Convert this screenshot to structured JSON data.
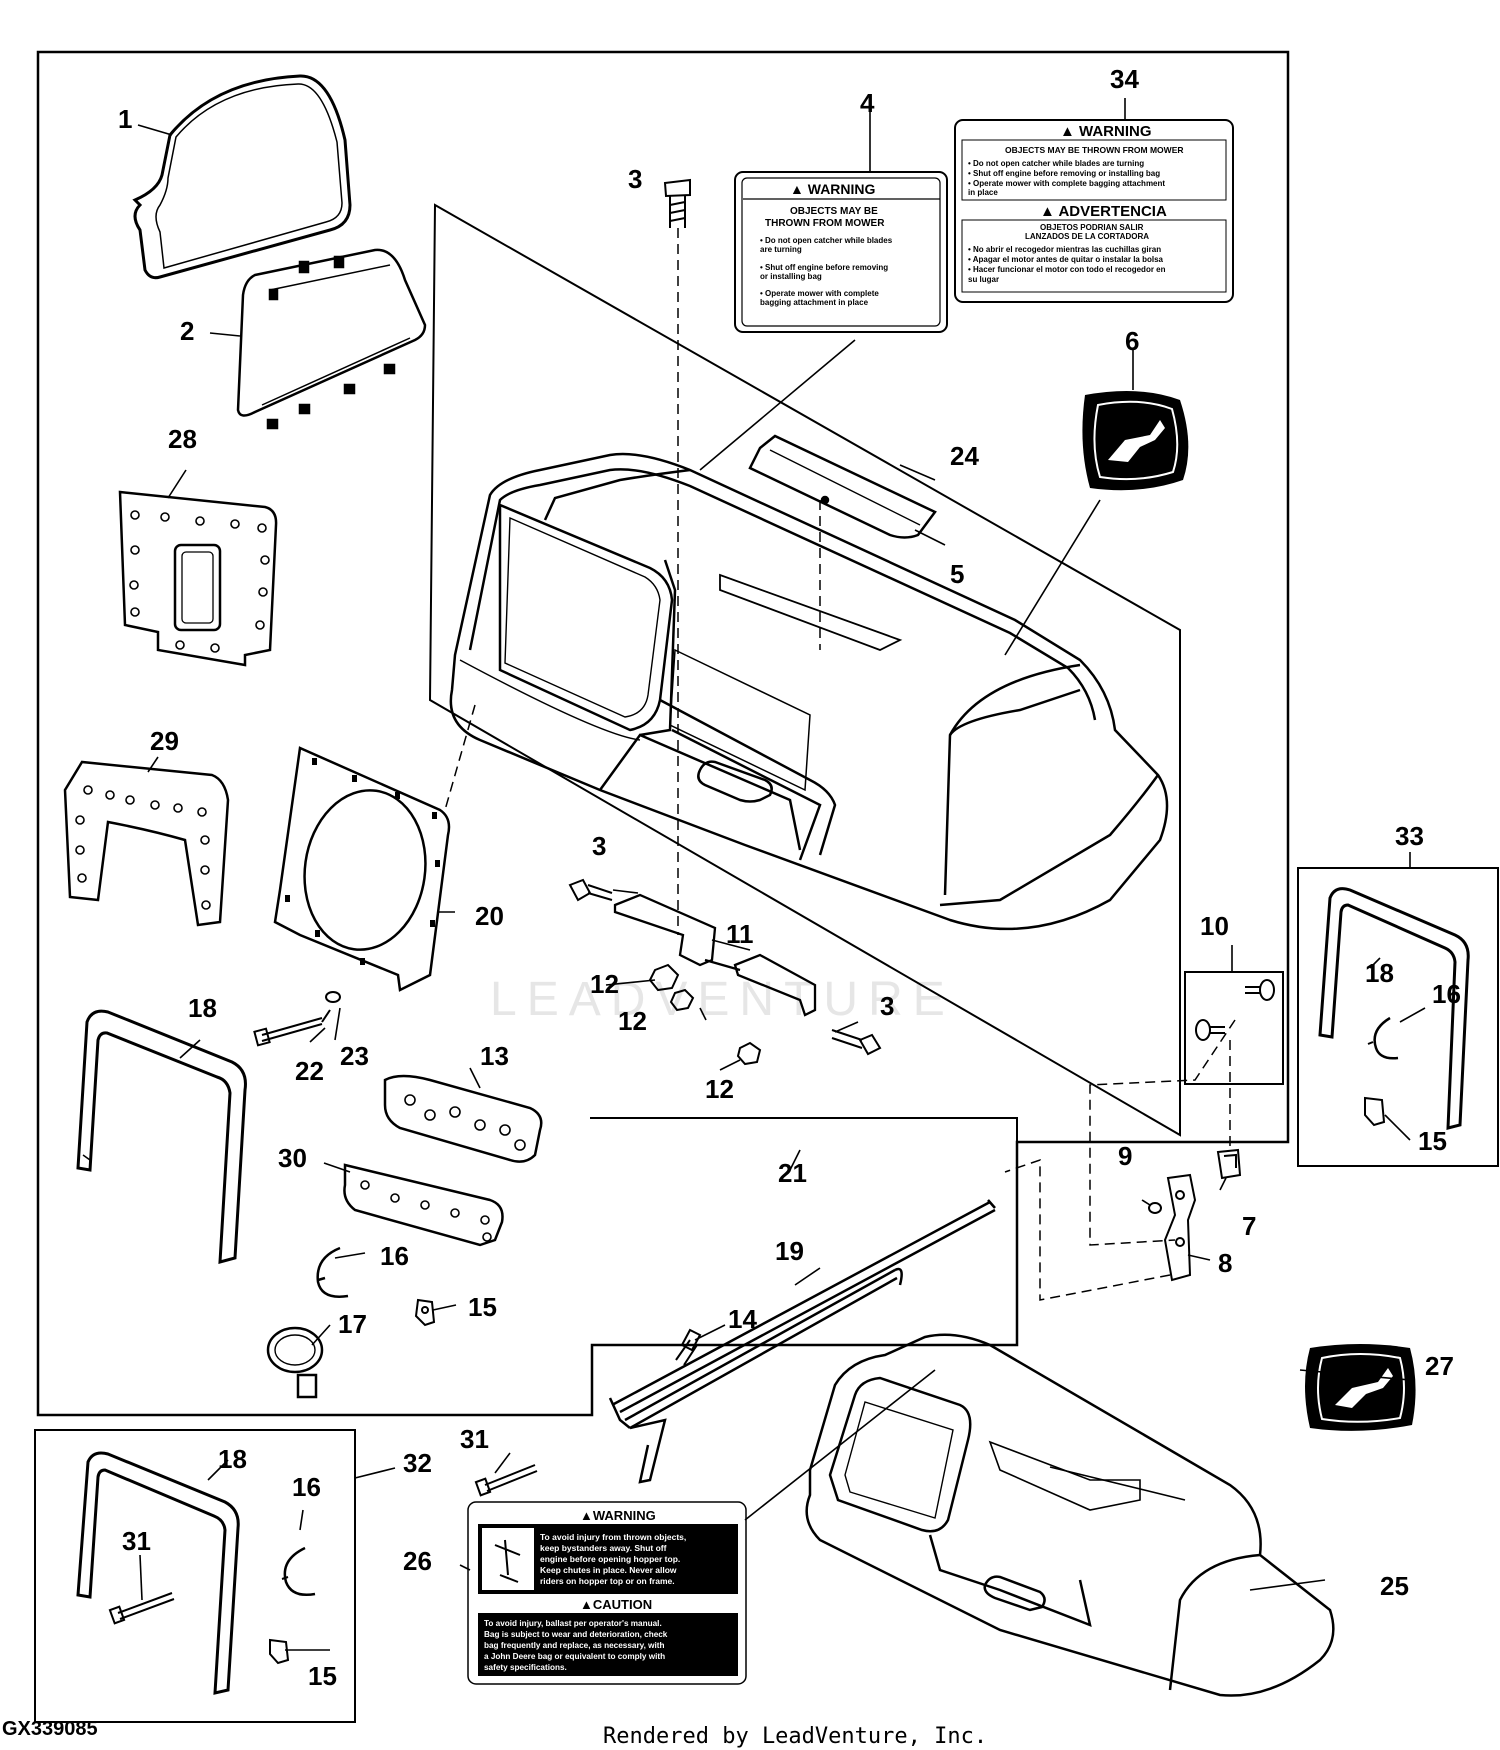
{
  "diagram": {
    "figure_id": "GX339085",
    "footer": "Rendered by LeadVenture, Inc.",
    "watermark": "LEADVENTURE",
    "callouts": {
      "c1": "1",
      "c2": "2",
      "c3a": "3",
      "c3b": "3",
      "c3c": "3",
      "c4": "4",
      "c5": "5",
      "c6": "6",
      "c7": "7",
      "c8": "8",
      "c9": "9",
      "c10": "10",
      "c11": "11",
      "c12a": "12",
      "c12b": "12",
      "c12c": "12",
      "c13": "13",
      "c14": "14",
      "c15a": "15",
      "c15b": "15",
      "c15c": "15",
      "c16a": "16",
      "c16b": "16",
      "c16c": "16",
      "c17": "17",
      "c18a": "18",
      "c18b": "18",
      "c18c": "18",
      "c19": "19",
      "c20": "20",
      "c21": "21",
      "c22": "22",
      "c23": "23",
      "c24": "24",
      "c25": "25",
      "c26": "26",
      "c27": "27",
      "c28": "28",
      "c29": "29",
      "c30": "30",
      "c31a": "31",
      "c31b": "31",
      "c32": "32",
      "c33": "33",
      "c34": "34"
    },
    "label4": {
      "title": "▲ WARNING",
      "l1": "OBJECTS MAY BE",
      "l2": "THROWN FROM MOWER",
      "b1a": "• Do not open catcher while blades",
      "b1b": "  are turning",
      "b2a": "• Shut off engine before removing",
      "b2b": "  or installing bag",
      "b3a": "• Operate mower with complete",
      "b3b": "  bagging attachment in place"
    },
    "label34": {
      "title_en": "▲ WARNING",
      "head_en": "OBJECTS MAY BE THROWN FROM MOWER",
      "e1": "• Do not open catcher while blades are turning",
      "e2": "• Shut off engine before removing or installing bag",
      "e3": "• Operate mower with complete bagging attachment",
      "e3b": "  in place",
      "title_es": "▲ ADVERTENCIA",
      "head_es1": "OBJETOS PODRIAN SALIR",
      "head_es2": "LANZADOS DE LA CORTADORA",
      "s1": "• No abrir el recogedor mientras las cuchillas giran",
      "s2": "• Apagar el motor antes de quitar o instalar la bolsa",
      "s3": "• Hacer funcionar el motor con todo el recogedor en",
      "s3b": "  su lugar"
    },
    "label26": {
      "warn_title": "▲WARNING",
      "w1": "To avoid injury from thrown objects,",
      "w2": "keep bystanders away. Shut off",
      "w3": "engine before opening hopper top.",
      "w4": "Keep chutes in place. Never allow",
      "w5": "riders on hopper top or on frame.",
      "caut_title": "▲CAUTION",
      "c1": "To avoid injury, ballast per operator's manual.",
      "c2": "Bag is subject to wear and deterioration, check",
      "c3": "bag frequently and replace, as necessary, with",
      "c4": "a John Deere bag or equivalent to comply with",
      "c5": "safety specifications."
    }
  }
}
